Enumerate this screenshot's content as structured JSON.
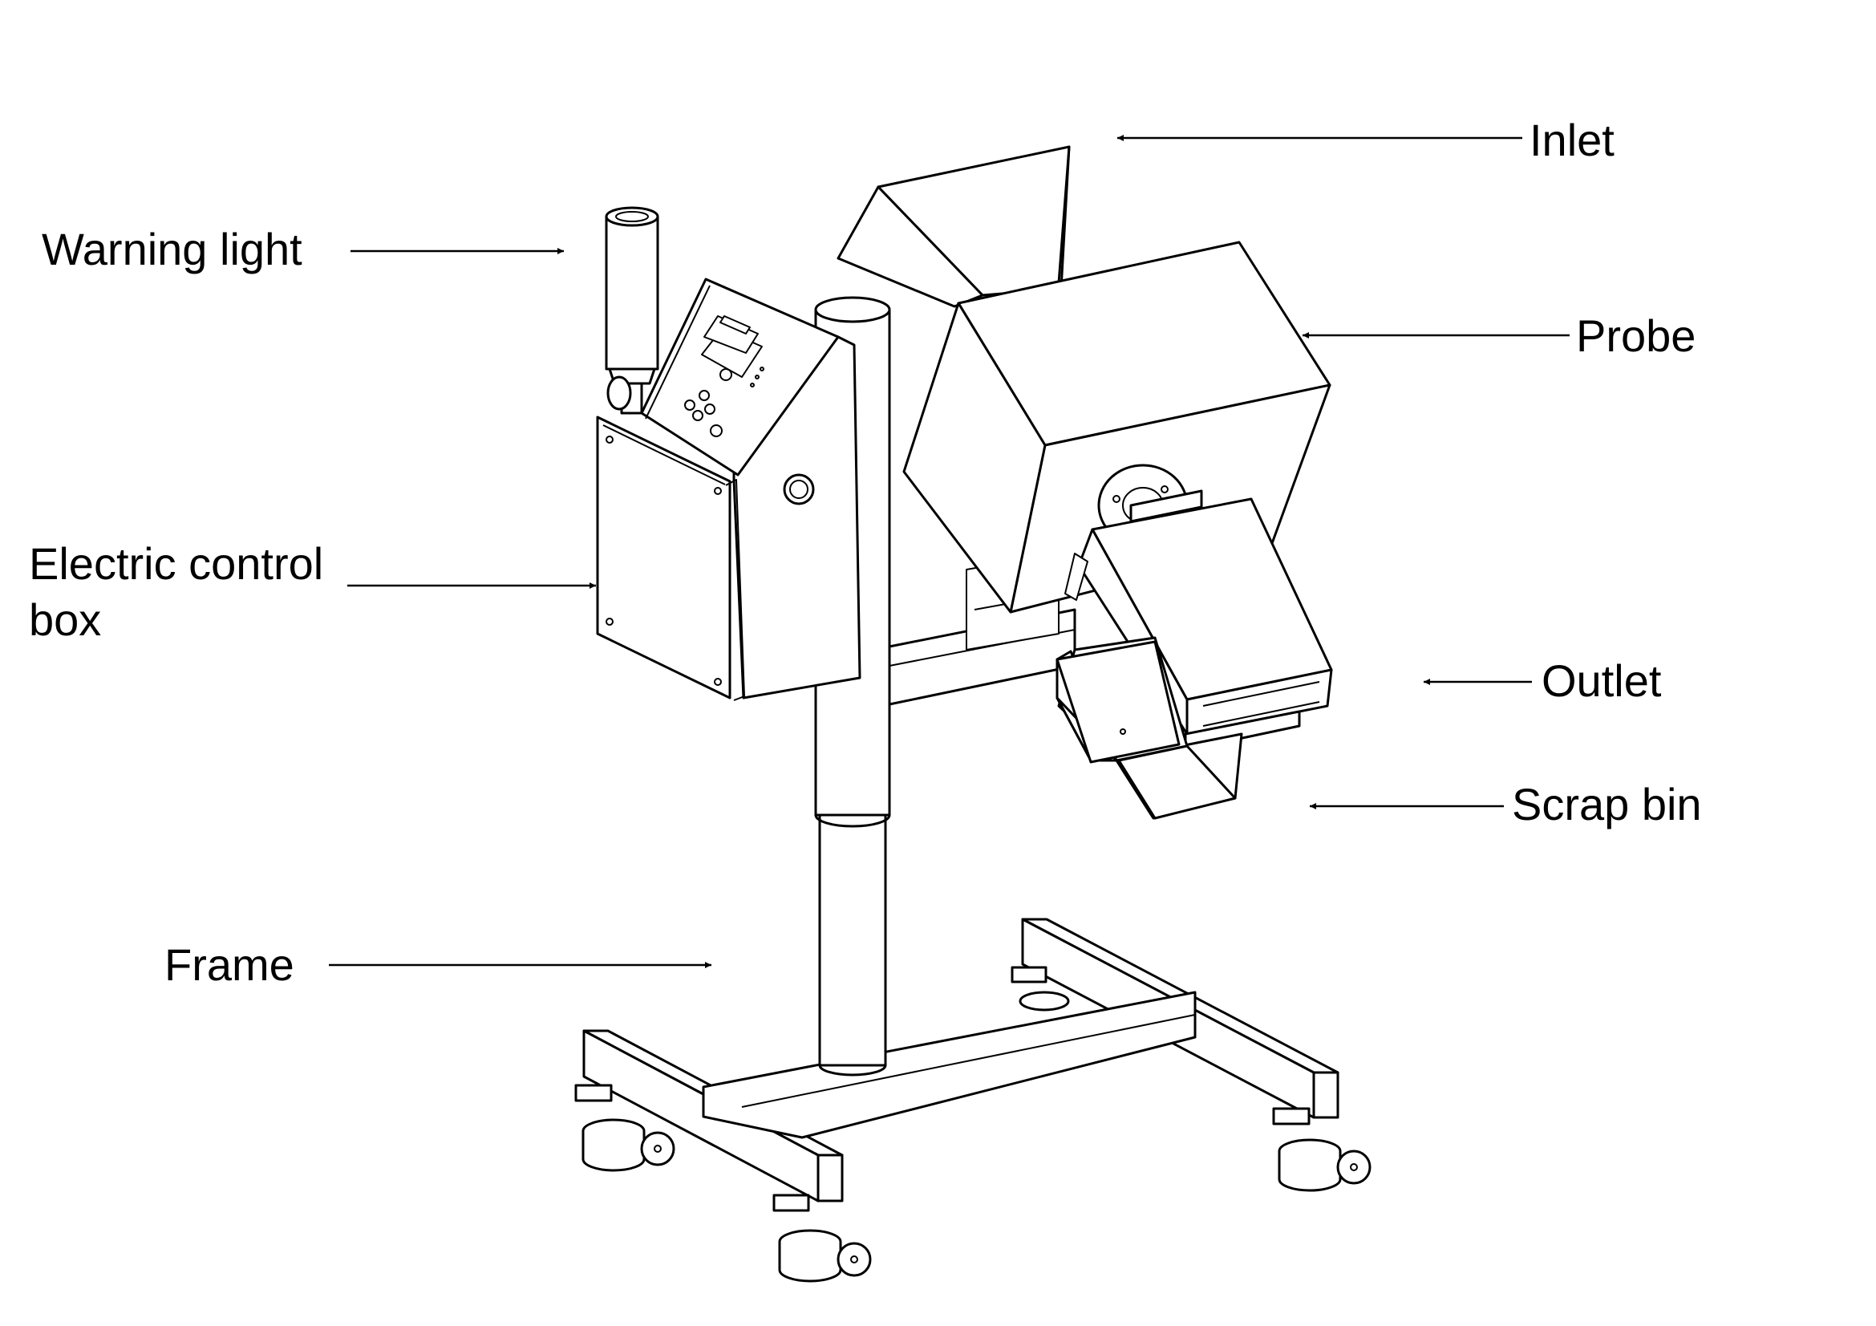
{
  "diagram": {
    "labels": {
      "inlet": "Inlet",
      "warning_light": "Warning light",
      "probe": "Probe",
      "electric_control_box_line1": "Electric control",
      "electric_control_box_line2": "box",
      "outlet": "Outlet",
      "scrap_bin": "Scrap bin",
      "frame": "Frame"
    },
    "colors": {
      "line": "#000000",
      "background": "#ffffff"
    }
  }
}
